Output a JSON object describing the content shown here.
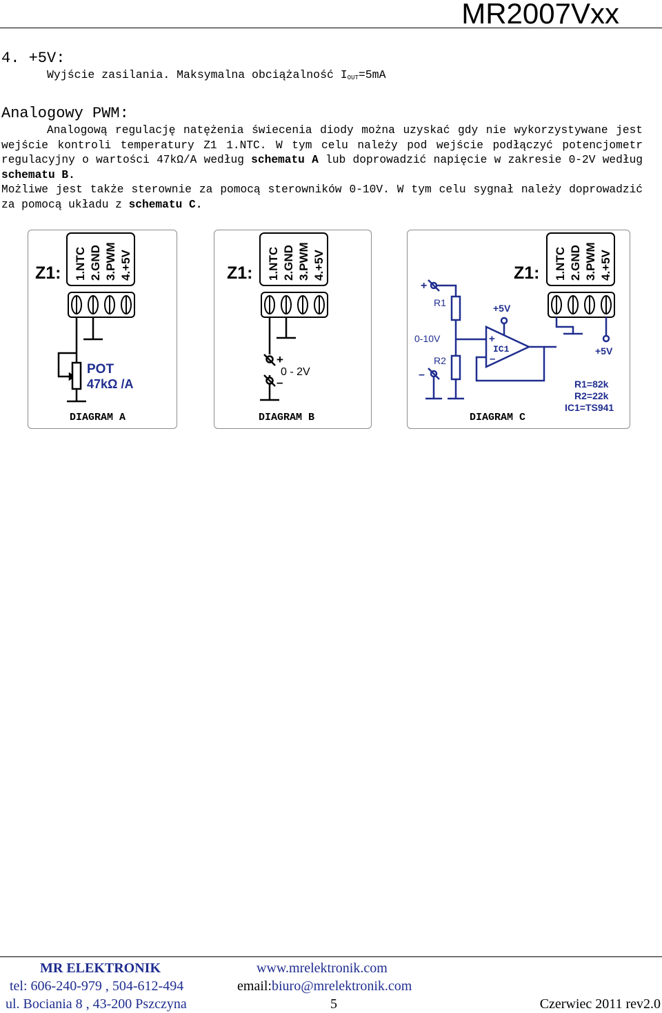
{
  "header": {
    "title": "MR2007Vxx"
  },
  "section_5v": {
    "heading": "4. +5V:",
    "desc_prefix": "Wyjście zasilania. Maksymalna obciążalność I",
    "desc_sub": "OUT",
    "desc_suffix": "=5mA"
  },
  "section_pwm": {
    "heading": "Analogowy PWM:",
    "p1_a": "Analogową regulację natężenia świecenia diody można uzyskać gdy nie wykorzystywane jest wejście kontroli temperatury Z1 1.NTC. W tym celu należy pod wejście podłączyć potencjometr regulacyjny o wartości 47kΩ/A według ",
    "p1_b1": "schematu A",
    "p1_c": " lub doprowadzić napięcie w zakresie 0-2V według ",
    "p1_b2": "schematu B.",
    "p2_a": "Możliwe jest także sterownie za pomocą sterowników 0-10V. W tym celu sygnał należy doprowadzić za pomocą układu z ",
    "p2_b": "schematu C."
  },
  "terminals": {
    "connector": "Z1:",
    "pins": [
      "1.NTC",
      "2.GND",
      "3.PWM",
      "4.+5V"
    ]
  },
  "diagram_a": {
    "caption": "DIAGRAM A",
    "pot_label": "POT",
    "pot_value": "47kΩ /A"
  },
  "diagram_b": {
    "caption": "DIAGRAM B",
    "plus": "+",
    "minus": "–",
    "range": "0 - 2V"
  },
  "diagram_c": {
    "caption": "DIAGRAM C",
    "input_plus": "+",
    "input_minus": "–",
    "input_range": "0-10V",
    "r1": "R1",
    "r2": "R2",
    "ic": "IC1",
    "vcc": "+5V",
    "op_plus": "+",
    "op_minus": "–",
    "values": [
      "R1=82k",
      "R2=22k",
      "IC1=TS941"
    ]
  },
  "footer": {
    "company": "MR ELEKTRONIK",
    "website": "www.mrelektronik.com",
    "tel": "tel: 606-240-979 , 504-612-494",
    "email_label": "email:",
    "email": "biuro@mrelektronik.com",
    "address": "ul. Bociania 8 , 43-200 Pszczyna",
    "page": "5",
    "date": "Czerwiec 2011 rev2.0"
  }
}
